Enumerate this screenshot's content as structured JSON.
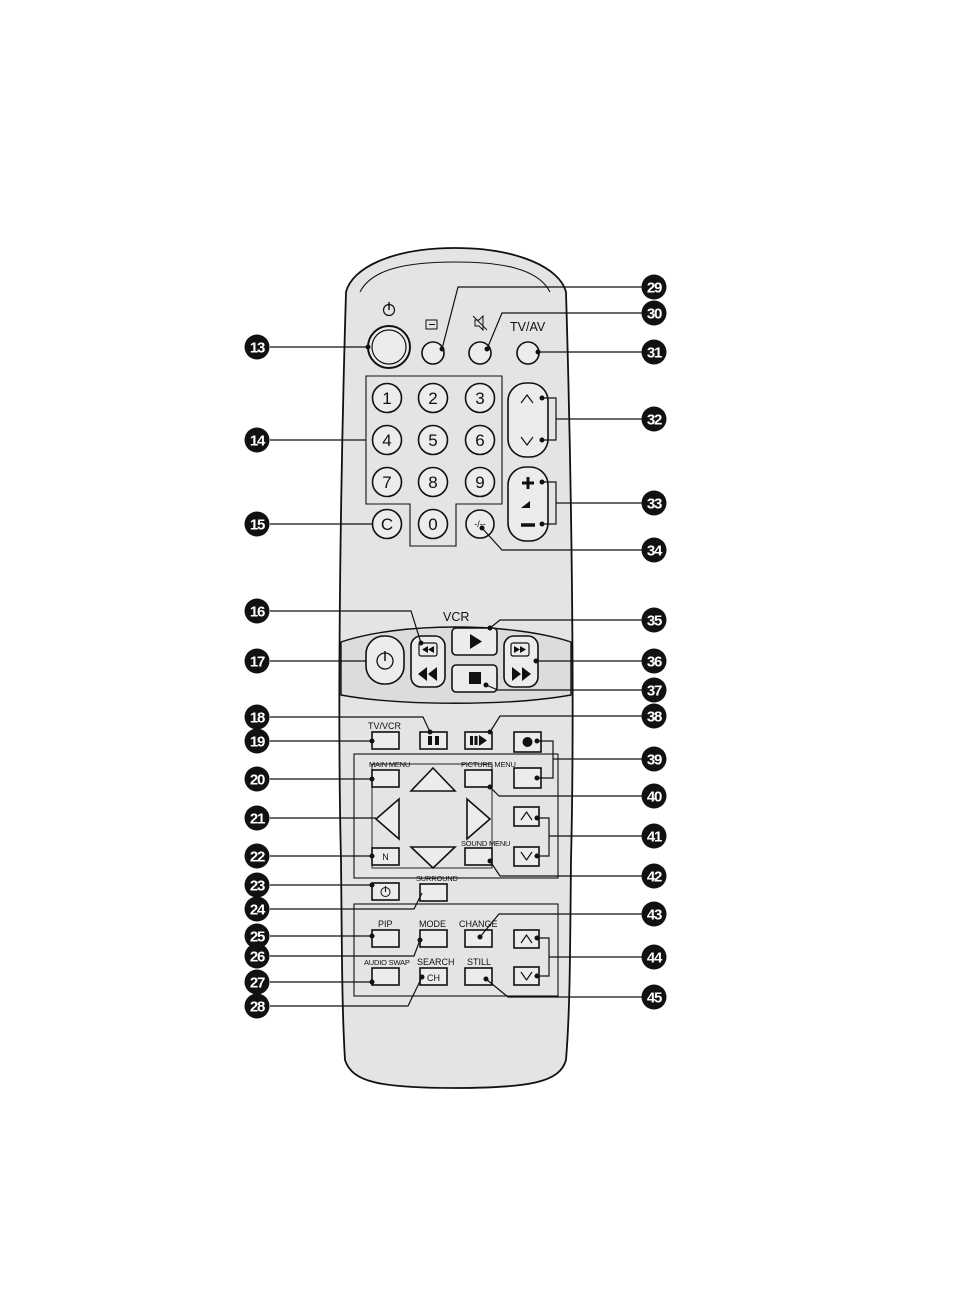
{
  "labels": {
    "tv_av": "TV/AV",
    "vcr": "VCR",
    "tv_vcr": "TV/VCR",
    "main_menu": "MAIN MENU",
    "picture_menu": "PICTURE MENU",
    "sound_menu": "SOUND MENU",
    "surround": "SURROUND",
    "pip": "PIP",
    "mode": "MODE",
    "change": "CHANGE",
    "audio_swap": "AUDIO SWAP",
    "search": "SEARCH",
    "still": "STILL",
    "n_key": "N",
    "ch_key": "CH",
    "clear_key": "C",
    "digit_select": "-/--"
  },
  "keypad": [
    "1",
    "2",
    "3",
    "4",
    "5",
    "6",
    "7",
    "8",
    "9",
    "0"
  ],
  "callouts": [
    "13",
    "14",
    "15",
    "16",
    "17",
    "18",
    "19",
    "20",
    "21",
    "22",
    "23",
    "24",
    "25",
    "26",
    "27",
    "28",
    "29",
    "30",
    "31",
    "32",
    "33",
    "34",
    "35",
    "36",
    "37",
    "38",
    "39",
    "40",
    "41",
    "42",
    "43",
    "44",
    "45"
  ],
  "icons": {
    "standby": "power-icon",
    "input": "input-select-icon",
    "mute": "mute-icon",
    "play": "play-icon",
    "stop": "stop-icon",
    "rewind": "rewind-icon",
    "fast_forward": "fast-forward-icon",
    "pause": "pause-icon",
    "slow": "slow-motion-icon",
    "record": "record-icon",
    "timer": "off-timer-icon"
  },
  "colors": {
    "ink": "#111111",
    "body": "#e4e4e4",
    "button": "#ececec"
  }
}
